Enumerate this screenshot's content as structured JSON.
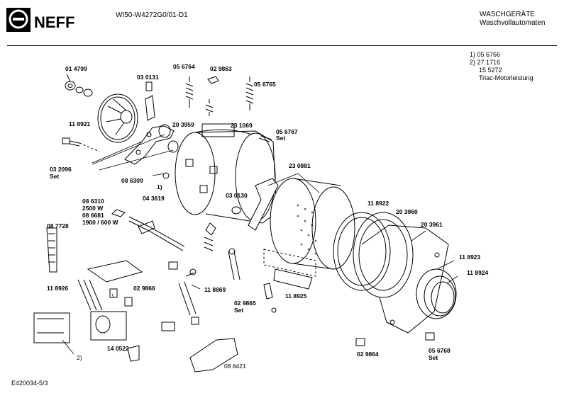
{
  "header": {
    "brand": "NEFF",
    "doc_code": "WI50-W4272G0/01-D1",
    "category_line1": "WASCHGERÄTE",
    "category_line2": "Waschvollautomaten"
  },
  "notes": [
    {
      "num": "1)",
      "text": "05 6766"
    },
    {
      "num": "2)",
      "text": "27 1716"
    },
    {
      "num": "",
      "text": "15 5272"
    },
    {
      "num": "",
      "text": "Triac-Motorleistung"
    }
  ],
  "parts": {
    "p014799": "01 4799",
    "p030131": "03 0131",
    "p056764": "05 6764",
    "p029863": "02 9863",
    "p056765": "05 6765",
    "p118921": "11 8921",
    "p203959": "20 3959",
    "p231069": "23 1069",
    "p056767": "05 6767",
    "p056767_set": "Set",
    "p032096": "03 2096",
    "p032096_set": "Set",
    "p086309": "08 6309",
    "ref1": "1)",
    "p043619": "04 3619",
    "p030130": "03 0130",
    "p230881": "23 0881",
    "p086310": "08 6310",
    "w2500": "2500 W",
    "p086681": "08 6681",
    "w1900": "1900 / 600 W",
    "p087728": "08 7728",
    "p118922": "11 8922",
    "p203960": "20 3960",
    "p203961": "20 3961",
    "p118923": "11 8923",
    "p118924": "11 8924",
    "p118926": "11 8926",
    "p029866": "02 9866",
    "p118869": "11 8869",
    "p029865": "02 9865",
    "p029865_set": "Set",
    "p118925": "11 8925",
    "p140522": "14 0522",
    "ref2": "2)",
    "p029864": "02 9864",
    "p056768": "05 6768",
    "p056768_set": "Set",
    "p088421": "08 8421"
  },
  "footer": "E420034-5/3"
}
